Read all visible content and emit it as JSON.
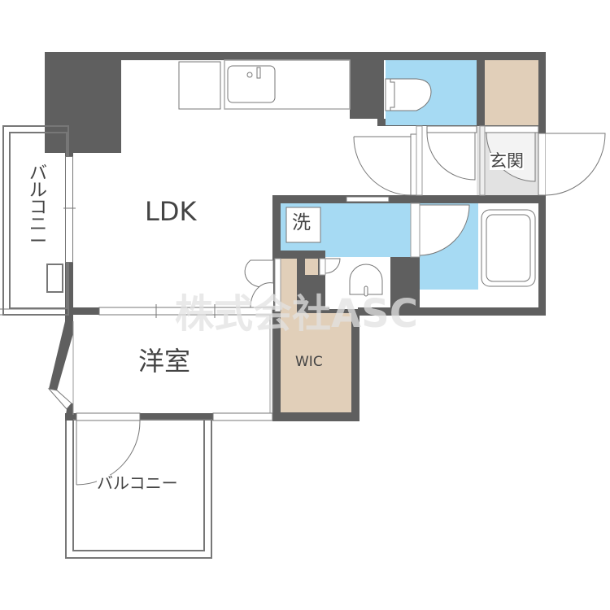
{
  "floorplan": {
    "rooms": {
      "ldk": {
        "label": "LDK"
      },
      "western_room": {
        "label": "洋室"
      },
      "wic": {
        "label": "WIC"
      },
      "washroom": {
        "label": "洗"
      },
      "entrance": {
        "label": "玄関"
      },
      "balcony_left": {
        "label": "バ\nル\nコ\nニ\nー"
      },
      "balcony_bottom": {
        "label": "バルコニー"
      }
    },
    "watermark": "株式会社ASC",
    "colors": {
      "wall": "#5f5f5f",
      "wet_area": "#a6daf3",
      "storage": "#e1cfb9",
      "entrance_floor": "#e2e2e2",
      "line": "#777777",
      "text": "#444444"
    }
  }
}
